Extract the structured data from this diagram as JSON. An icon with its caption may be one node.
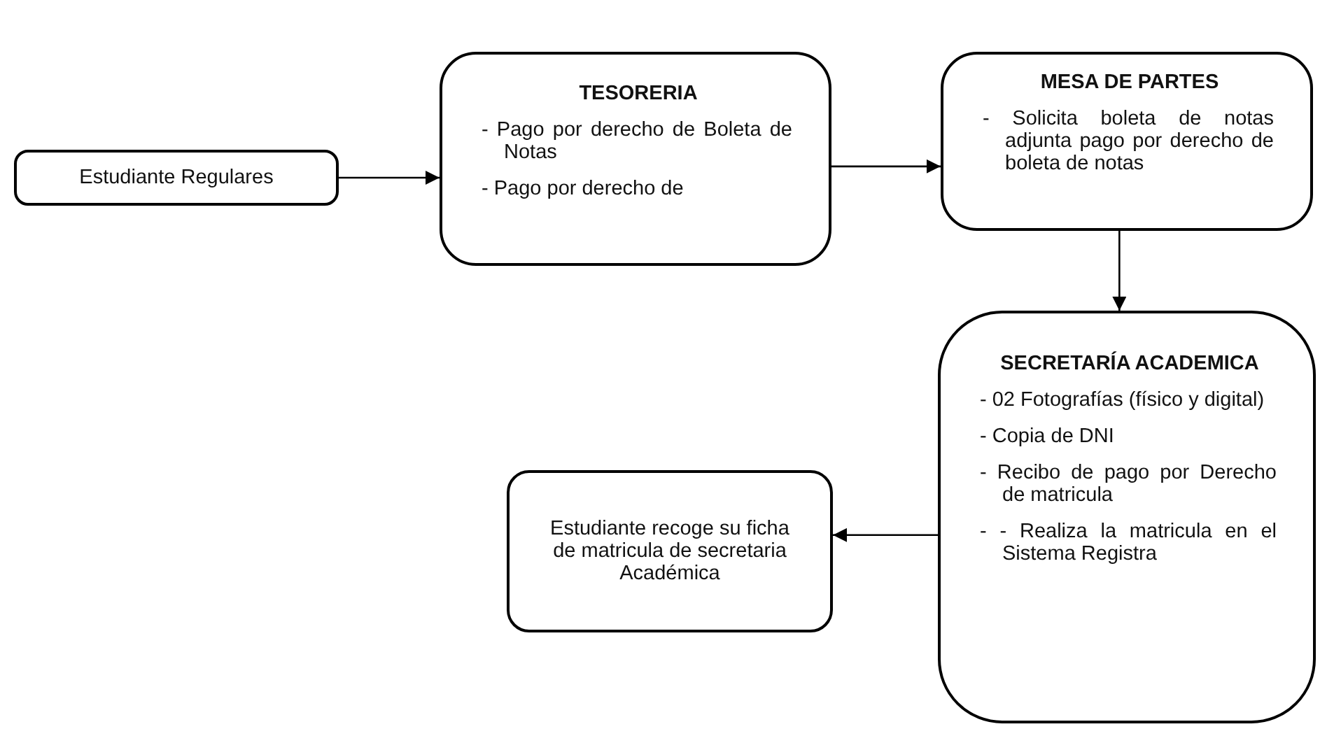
{
  "diagram": {
    "nodes": [
      {
        "text": [
          "Estudiante Regulares"
        ]
      },
      {
        "text": [
          "TESORERIA",
          "- Pago por derecho de Boleta de Notas",
          "- Pago por derecho de"
        ]
      },
      {
        "text": [
          "MESA DE PARTES",
          "- Solicita boleta de notas adjunta pago por derecho de boleta de notas"
        ]
      },
      {
        "text": [
          "SECRETARÍA ACADEMICA",
          "- 02 Fotografías (físico y digital)",
          "- Copia de DNI",
          "- Recibo de pago por Derecho de matricula",
          "- - Realiza la matricula en el Sistema Registra"
        ]
      },
      {
        "text": [
          "Estudiante recoge su ficha de matricula de secretaria Académica"
        ]
      }
    ],
    "edges": [
      {
        "from": 0,
        "to": 1,
        "arrow": "to"
      },
      {
        "from": 1,
        "to": 2,
        "arrow": "to"
      },
      {
        "from": 2,
        "to": 3,
        "arrow": "to"
      },
      {
        "from": 3,
        "to": 4,
        "arrow": "to"
      }
    ]
  }
}
